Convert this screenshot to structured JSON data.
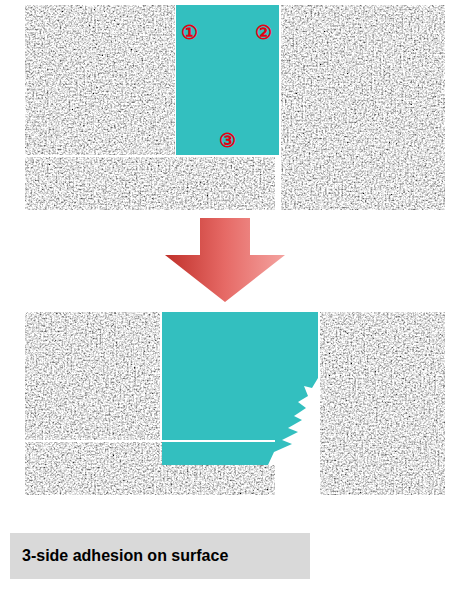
{
  "diagram": {
    "nodes": [
      {
        "text": [
          "3-side adhesion on surface"
        ]
      }
    ],
    "labels": [
      "①",
      "②",
      "③"
    ]
  }
}
